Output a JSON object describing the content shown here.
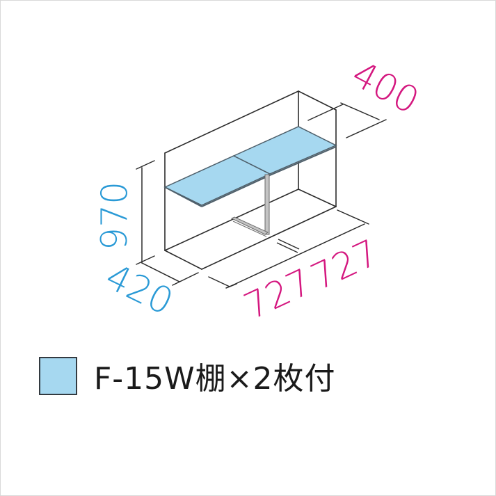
{
  "diagram": {
    "title": "Storage unit dimension diagram",
    "colors": {
      "line": "#2b2b2b",
      "shelf_fill": "#a6d8f0",
      "shelf_edge": "#5a6e7a",
      "strut": "#b0b0b0",
      "depth_height_dim": "#2a9ad6",
      "width_dim": "#d4177f",
      "background": "#ffffff"
    },
    "dimensions": {
      "height": "970",
      "depth_front": "420",
      "depth_back": "400",
      "width_left": "727",
      "width_right": "727"
    }
  },
  "legend": {
    "swatch_color": "#a6d8f0",
    "text": "F-15W棚×2枚付"
  }
}
